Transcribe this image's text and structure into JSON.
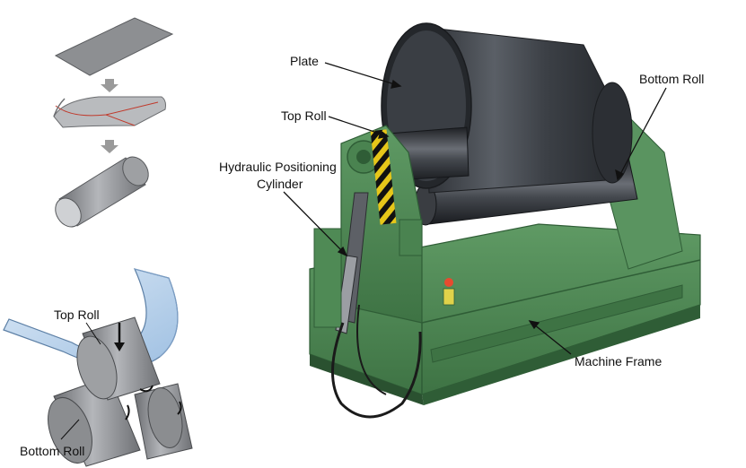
{
  "labels": {
    "plate": "Plate",
    "top_roll_machine": "Top Roll",
    "bottom_roll_machine": "Bottom Roll",
    "hydraulic_line1": "Hydraulic Positioning",
    "hydraulic_line2": "Cylinder",
    "machine_frame": "Machine Frame",
    "top_roll_diagram": "Top Roll",
    "bottom_roll_diagram": "Bottom Roll"
  },
  "colors": {
    "machine_green": "#4f8a55",
    "machine_green_dark": "#2f5d36",
    "plate_steel": "#3c4046",
    "roll_gray": "#8a8c90",
    "sheet_blue": "#bcd6ee",
    "arrow_gray": "#9a9a9a",
    "hazard_yellow": "#e6c619"
  },
  "icons": [
    "down-arrow-icon",
    "rotation-arrow-icon"
  ]
}
